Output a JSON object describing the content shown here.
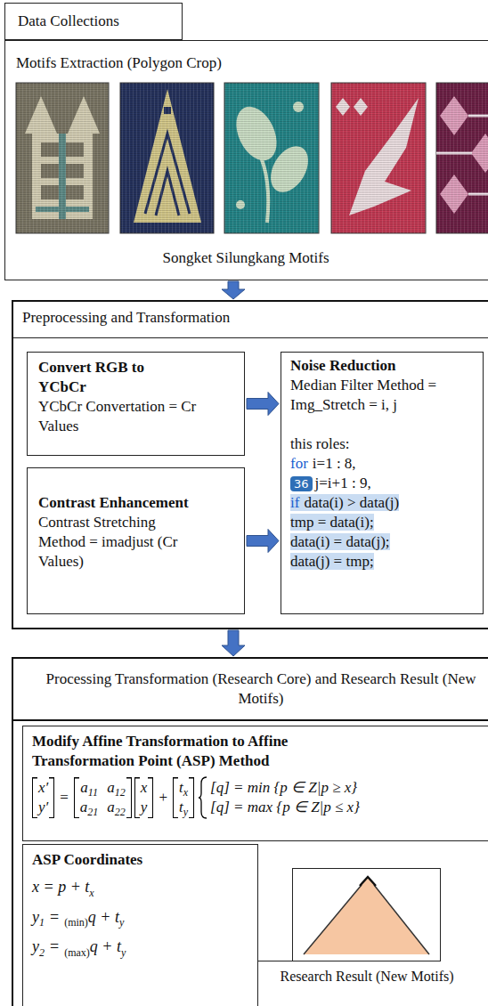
{
  "diagram": {
    "nodes": [
      {
        "text": [
          "Data Collections"
        ]
      },
      {
        "text": [
          "Motifs Extraction (Polygon Crop)",
          "Songket Silungkang Motifs"
        ]
      },
      {
        "text": [
          "Preprocessing and Transformation"
        ]
      },
      {
        "text": [
          "Convert RGB to YCbCr",
          "YCbCr Convertation = Cr Values"
        ],
        "in": 2
      },
      {
        "text": [
          "Contrast Enhancement",
          "Contrast Stretching Method = imadjust (Cr Values)"
        ],
        "in": 2
      },
      {
        "text": [
          "Noise Reduction",
          "Median Filter Method = Img_Stretch = i, j",
          "this roles:",
          "for",
          "i=1 : 8,",
          "j=i+1 : 9,",
          "if",
          "data(i) > data(j)",
          "tmp = data(i);",
          "data(i) = data(j);",
          "data(j) = tmp;"
        ],
        "in": 2
      },
      {
        "text": [
          "Processing Transformation (Research Core) and Research Result (New Motifs)"
        ]
      },
      {
        "text": [
          "Modify Affine Transformation to Affine Transformation Point (ASP) Method",
          "x′",
          "y′",
          "=",
          "a",
          "11",
          "a",
          "12",
          "a",
          "21",
          "a",
          "22",
          "x",
          "y",
          "+",
          "t",
          "x",
          "t",
          "y",
          "[q] = min {p ∈ Z|p ≥ x}",
          "[q] = max {p ∈ Z|p ≤ x}"
        ],
        "in": 6
      },
      {
        "text": [
          "ASP Coordinates",
          "x = p + t",
          "x",
          "y",
          "1",
          "=",
          "(min)",
          "q + t",
          "y",
          "y",
          "2",
          "=",
          "(max)",
          "q + t",
          "y"
        ],
        "in": 6
      },
      {
        "text": [
          "Research Result (New Motifs)"
        ],
        "in": 6
      }
    ],
    "edges": [
      {
        "from": 1,
        "to": 2,
        "arrow": "to"
      },
      {
        "from": 3,
        "to": 5,
        "arrow": "to"
      },
      {
        "from": 4,
        "to": 5,
        "arrow": "to"
      },
      {
        "from": 2,
        "to": 6,
        "arrow": "to"
      }
    ],
    "labels": [
      "36"
    ]
  }
}
